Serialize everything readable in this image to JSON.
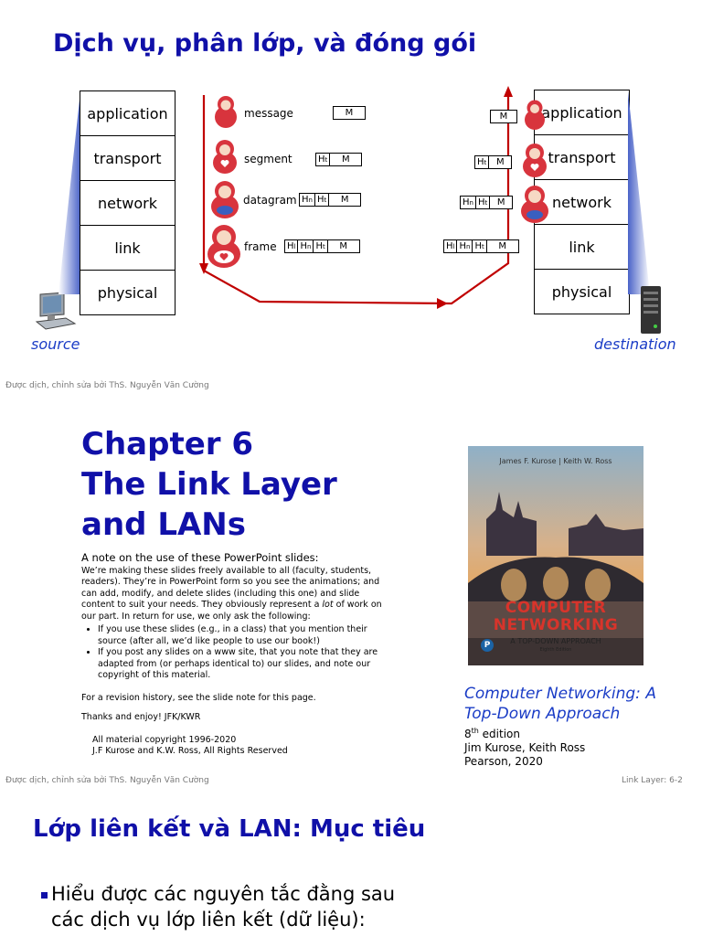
{
  "slide1": {
    "title": "Dịch vụ, phân lớp, và đóng gói",
    "source_stack": [
      "application",
      "transport",
      "network",
      "link",
      "physical"
    ],
    "dest_stack": [
      "application",
      "transport",
      "network",
      "link",
      "physical"
    ],
    "packets": [
      {
        "label": "message",
        "headers": []
      },
      {
        "label": "segment",
        "headers": [
          "Ht"
        ]
      },
      {
        "label": "datagram",
        "headers": [
          "Hn",
          "Ht"
        ]
      },
      {
        "label": "frame",
        "headers": [
          "Hl",
          "Hn",
          "Ht"
        ]
      }
    ],
    "payload": "M",
    "source_label": "source",
    "dest_label": "destination",
    "footer": "Được dịch, chỉnh sửa bởi ThS. Nguyễn Văn Cường",
    "colors": {
      "title": "#1010a8",
      "arrow": "#c00000",
      "doll": "#d8343d"
    }
  },
  "slide2": {
    "title_lines": [
      "Chapter 6",
      "The Link Layer",
      "and LANs"
    ],
    "note_heading": "A note on the use of these PowerPoint slides:",
    "note_p1_a": "We’re making these slides freely available to all (faculty, students, readers). They’re in PowerPoint form so you see the animations; and can add, modify, and delete slides  (including this one) and slide content to suit your needs. They obviously represent a ",
    "note_p1_em": "lot",
    "note_p1_b": " of work on our part. In return for use, we only ask the following:",
    "note_bullets": [
      "If you use these slides (e.g., in a class) that you mention their source (after all, we’d like people to use our book!)",
      "If you post any slides on a www site, that you note that they are adapted from (or perhaps identical to) our slides, and note our copyright of this material."
    ],
    "revision": "For a revision history, see the slide note for this page.",
    "thanks": "Thanks and enjoy!  JFK/KWR",
    "copyright1": "All material copyright 1996-2020",
    "copyright2": "J.F Kurose and K.W. Ross, All Rights Reserved",
    "book_cover": {
      "authors": "James F. Kurose | Keith W. Ross",
      "title1": "COMPUTER",
      "title2": "NETWORKING",
      "subtitle": "A TOP-DOWN APPROACH",
      "edition": "Eighth Edition",
      "publisher_mark": "P"
    },
    "book_title_line1": "Computer Networking: A",
    "book_title_line2": "Top-Down Approach",
    "edition_num": "8",
    "edition_sup": "th",
    "edition_rest": " edition",
    "authors": "Jim Kurose, Keith Ross",
    "publisher": "Pearson, 2020",
    "footer_left": "Được dịch, chỉnh sửa bởi ThS. Nguyễn Văn Cường",
    "footer_right": "Link Layer: 6-2"
  },
  "slide3": {
    "title": "Lớp liên kết và LAN: Mục tiêu",
    "bullet_line1": "Hiểu được các nguyên tắc đằng sau",
    "bullet_line2": "các dịch vụ lớp liên kết (dữ liệu):"
  }
}
